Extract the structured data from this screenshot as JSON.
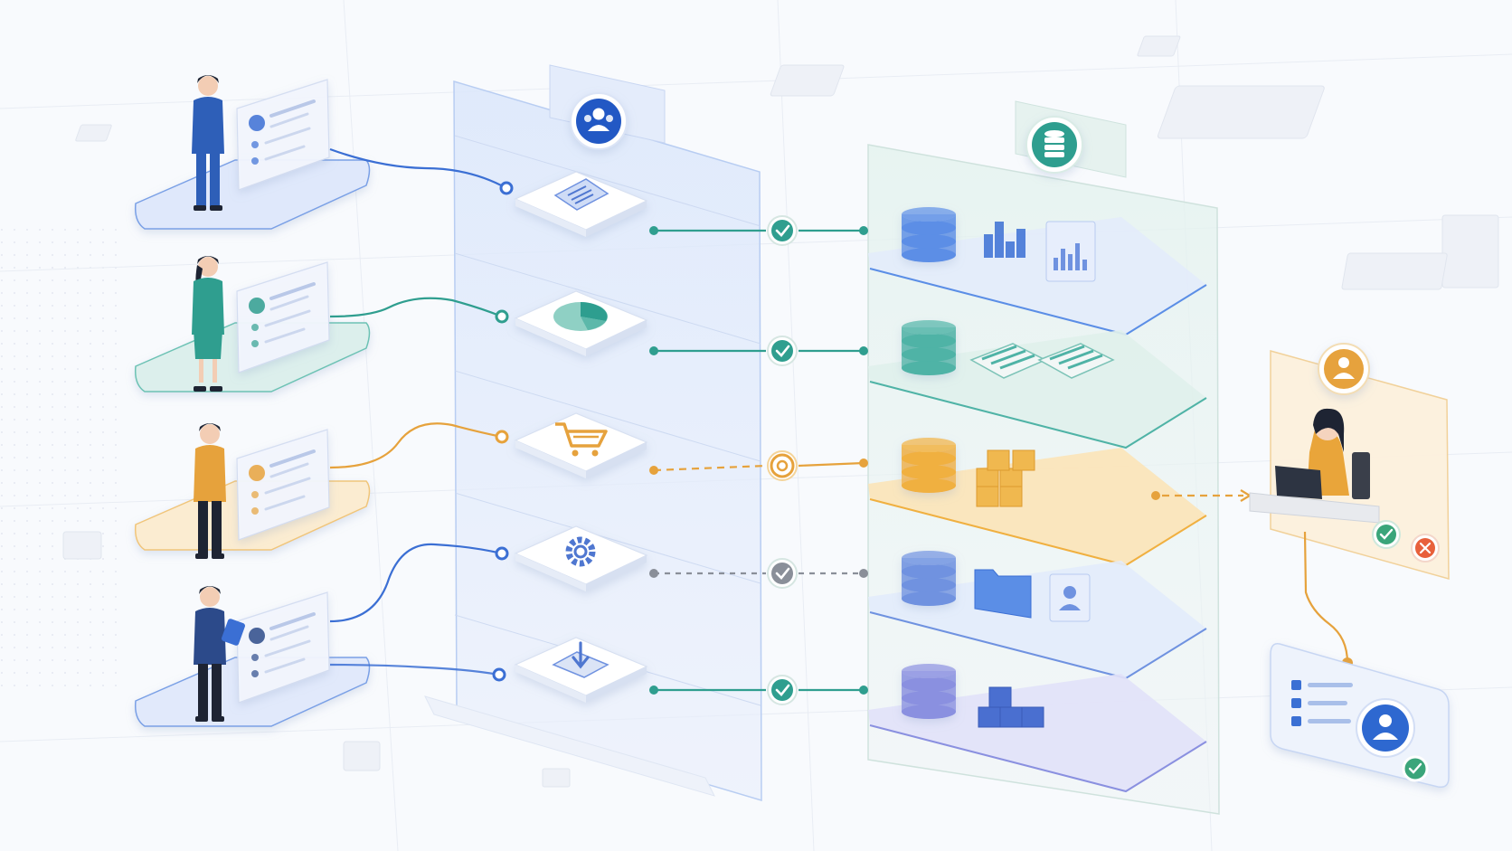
{
  "figure": {
    "users": [
      {
        "role": "business-user",
        "color": "#3b6fd4",
        "flow": "approved"
      },
      {
        "role": "analyst",
        "color": "#2f9e8f",
        "flow": "approved"
      },
      {
        "role": "buyer",
        "color": "#e6a23c",
        "flow": "pending-review"
      },
      {
        "role": "operator",
        "color": "#3b6fd4",
        "flow": "inactive"
      },
      {
        "role": "manager",
        "color": "#2c4a8a",
        "flow": "approved"
      }
    ],
    "services": [
      "document-icon",
      "pie-chart-icon",
      "cart-icon",
      "gear-icon",
      "download-icon"
    ],
    "data_tiers": [
      {
        "color": "#5b8ee6",
        "assets": [
          "database-icon",
          "bar-chart-icon",
          "analytics-panel-icon"
        ]
      },
      {
        "color": "#4fb3a6",
        "assets": [
          "database-icon",
          "spreadsheet-icon",
          "spreadsheet-icon"
        ]
      },
      {
        "color": "#f0b040",
        "assets": [
          "database-icon",
          "boxes-icon"
        ]
      },
      {
        "color": "#6f92e0",
        "assets": [
          "database-icon",
          "folder-icon",
          "profile-card-icon"
        ]
      },
      {
        "color": "#8a90e0",
        "assets": [
          "database-icon",
          "cubes-icon"
        ]
      }
    ],
    "colors": {
      "blue": "#3b6fd4",
      "teal": "#2f9e8f",
      "orange": "#e6a23c",
      "gray": "#8a8f99",
      "reject": "#e8603c"
    },
    "icons": {
      "gateway": "users-group-icon",
      "database": "database-stack-icon",
      "reviewer": "user-icon",
      "approve": "check-icon",
      "reject": "close-icon"
    }
  }
}
